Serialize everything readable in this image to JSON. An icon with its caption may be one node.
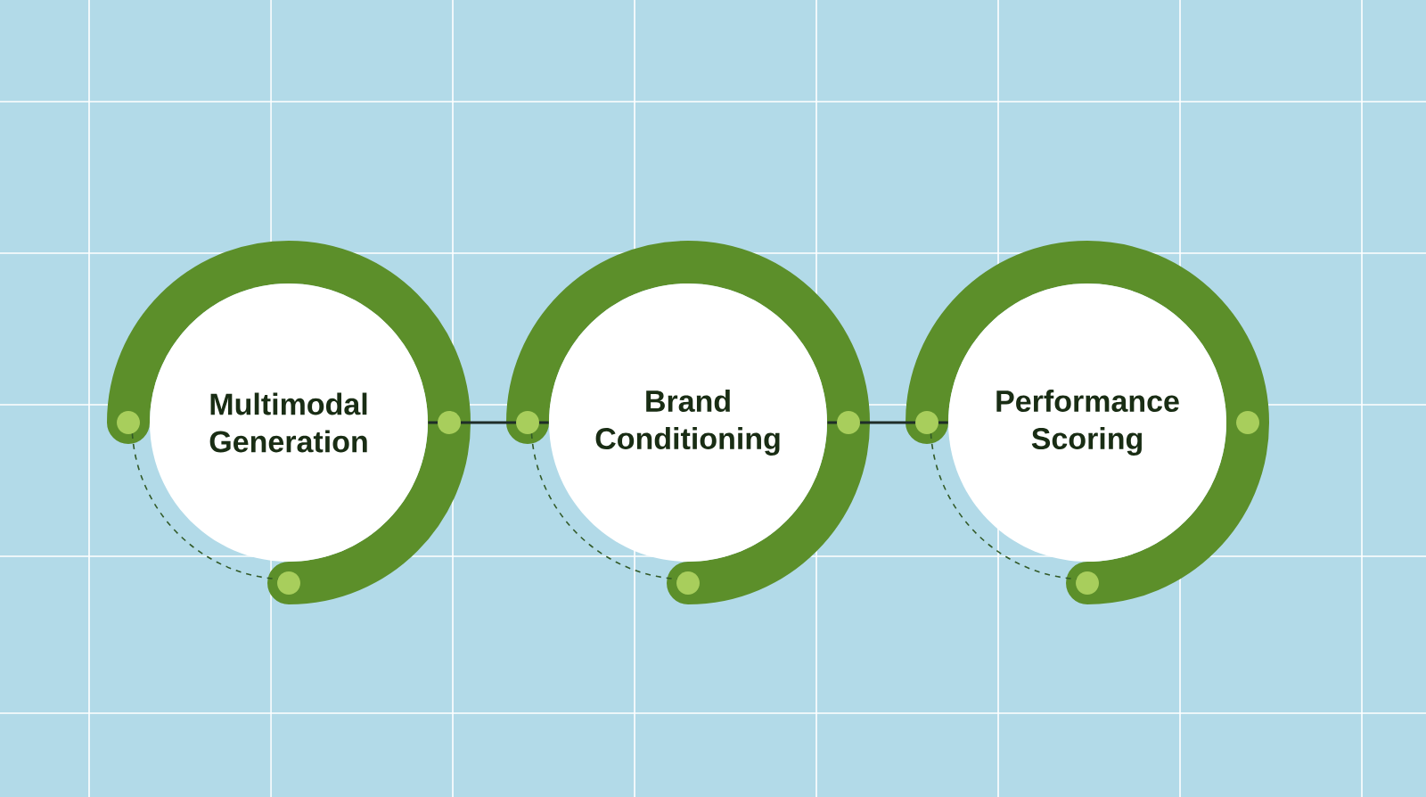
{
  "diagram": {
    "nodes": [
      {
        "text": [
          "Multimodal Generation"
        ]
      },
      {
        "text": [
          "Brand Conditioning"
        ]
      },
      {
        "text": [
          "Performance Scoring"
        ]
      }
    ],
    "edges": [
      {
        "from": 0,
        "to": 1,
        "arrow": "none"
      },
      {
        "from": 1,
        "to": 2,
        "arrow": "none"
      }
    ]
  }
}
